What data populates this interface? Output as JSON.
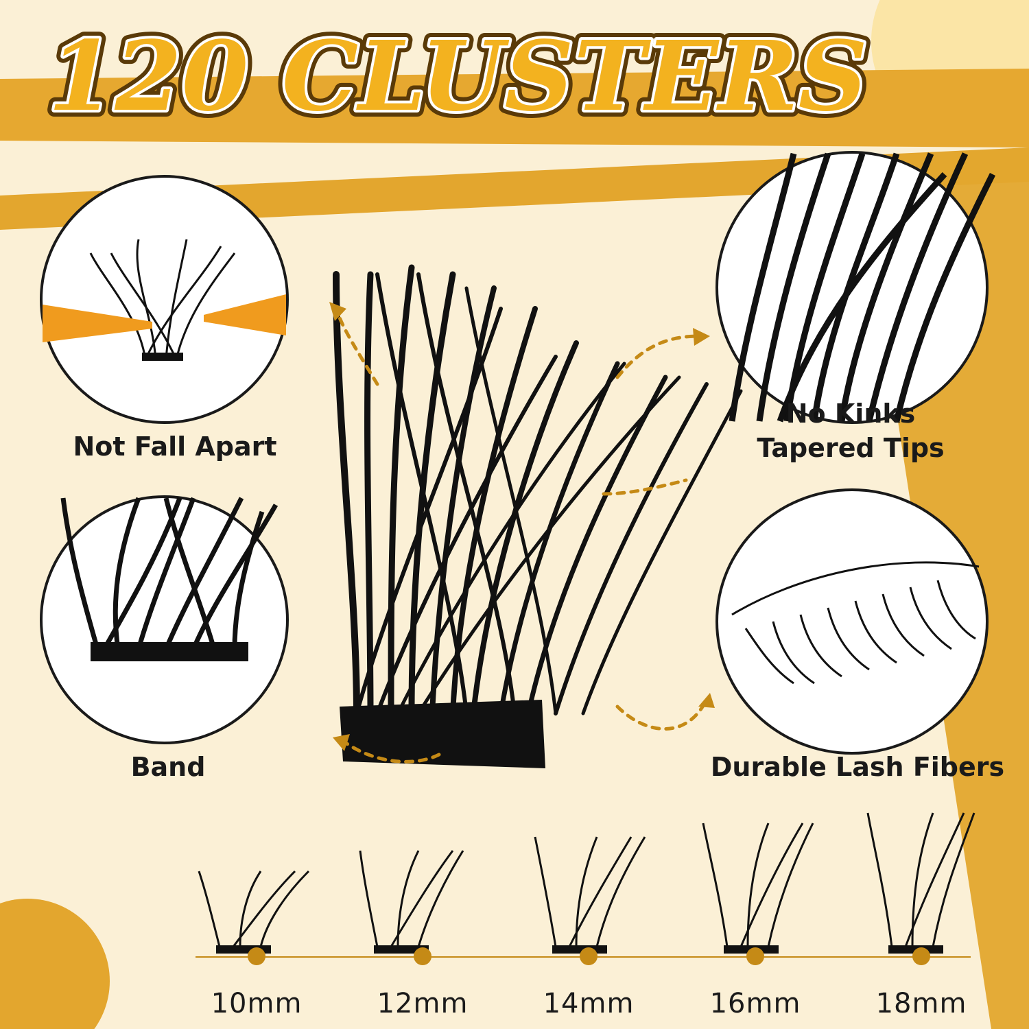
{
  "headline": {
    "text": "120 CLUSTERS"
  },
  "colors": {
    "background": "#fbf0d6",
    "band": "#e3a62e",
    "accent": "#c58a16",
    "text": "#1a1a1a",
    "circle_bg": "#ffffff"
  },
  "callouts": [
    {
      "id": "not-fall-apart",
      "label": "Not Fall Apart",
      "icon": "tweezers-lash-icon"
    },
    {
      "id": "no-kinks",
      "label_line1": "No Kinks",
      "label_line2": "Tapered Tips",
      "icon": "lash-tips-closeup-icon"
    },
    {
      "id": "band",
      "label": "Band",
      "icon": "lash-band-closeup-icon"
    },
    {
      "id": "durable",
      "label": "Durable Lash Fibers",
      "icon": "lash-strip-icon"
    }
  ],
  "lengths": [
    "10mm",
    "12mm",
    "14mm",
    "16mm",
    "18mm"
  ]
}
